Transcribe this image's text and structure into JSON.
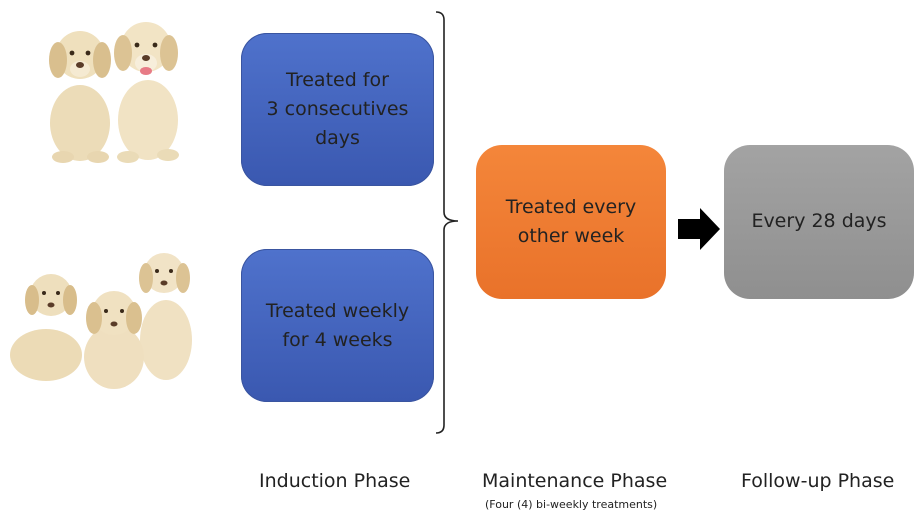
{
  "boxes": {
    "induction_1": "Treated for\n3 consecutives\ndays",
    "induction_2": "Treated weekly\nfor 4 weeks",
    "maintenance": "Treated every\nother week",
    "followup": "Every 28 days"
  },
  "phases": {
    "induction": "Induction Phase",
    "maintenance": "Maintenance Phase",
    "maintenance_note": "(Four (4) bi-weekly treatments)",
    "followup": "Follow-up Phase"
  },
  "colors": {
    "induction_box": "#4a6bc6",
    "maintenance_box": "#f07d33",
    "followup_box": "#999999",
    "arrow": "#000000"
  },
  "images": {
    "top": "two-labrador-puppies-photo",
    "bottom": "three-labrador-puppies-photo"
  }
}
